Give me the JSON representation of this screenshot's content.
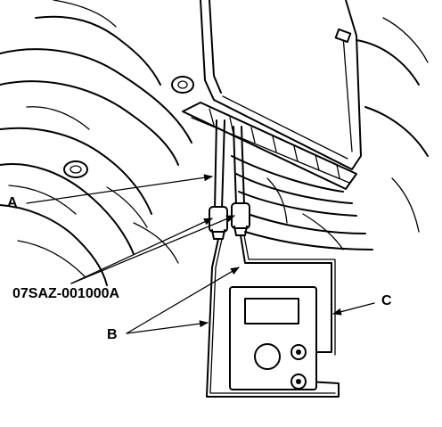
{
  "callouts": {
    "a": "A",
    "tool": "07SAZ-001000A",
    "b": "B",
    "c": "C"
  },
  "colors": {
    "ink": "#000000",
    "paper": "#ffffff"
  }
}
